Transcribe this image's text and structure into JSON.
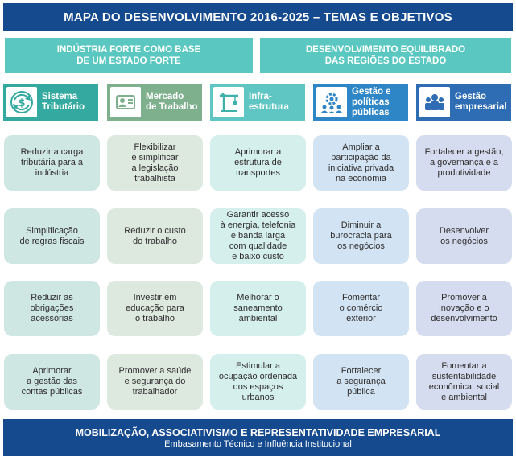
{
  "title": "MAPA DO DESENVOLVIMENTO 2016-2025 – TEMAS E OBJETIVOS",
  "themes": [
    {
      "label": "INDÚSTRIA FORTE COMO BASE\nDE UM ESTADO FORTE"
    },
    {
      "label": "DESENVOLVIMENTO EQUILIBRADO\nDAS REGIÕES DO ESTADO"
    }
  ],
  "colors": {
    "navy": "#164a8f",
    "teal": "#5bc7c1",
    "header_teal": "#33a9a0",
    "header_green": "#7fb08e",
    "header_cyan": "#5fc6c3",
    "header_blue": "#2f86c6",
    "header_navy": "#2e6cb4"
  },
  "columns": [
    {
      "label": "Sistema\nTributário",
      "icon": "tax-cycle-icon",
      "header_color": "#33a9a0",
      "cell_color": "#cfe7e3",
      "items": [
        "Reduzir a carga\ntributária para a\nindústria",
        "Simplificação\nde regras fiscais",
        "Reduzir as\nobrigações\nacessórias",
        "Aprimorar\na gestão das\ncontas públicas"
      ]
    },
    {
      "label": "Mercado\nde Trabalho",
      "icon": "id-card-icon",
      "header_color": "#7fb08e",
      "cell_color": "#dde8df",
      "items": [
        "Flexibilizar\ne simplificar\na legislação\ntrabalhista",
        "Reduzir o custo\ndo trabalho",
        "Investir em\neducação para\no trabalho",
        "Promover a saúde\ne segurança do\ntrabalhador"
      ]
    },
    {
      "label": "Infra-\nestrutura",
      "icon": "crane-icon",
      "header_color": "#5fc6c3",
      "cell_color": "#d5efec",
      "items": [
        "Aprimorar a\nestrutura de\ntransportes",
        "Garantir acesso\nà energia, telefonia\ne banda larga\ncom qualidade\ne baixo custo",
        "Melhorar o\nsaneamento\nambiental",
        "Estimular a\nocupação ordenada\ndos espaços\nurbanos"
      ]
    },
    {
      "label": "Gestão e\npolíticas\npúblicas",
      "icon": "gear-people-icon",
      "header_color": "#2f86c6",
      "cell_color": "#d2e3f3",
      "items": [
        "Ampliar a\nparticipação da\niniciativa privada\nna economia",
        "Diminuir a\nburocracia para\nos negócios",
        "Fomentar\no comércio\nexterior",
        "Fortalecer\na segurança\npública"
      ]
    },
    {
      "label": "Gestão\nempresarial",
      "icon": "team-icon",
      "header_color": "#2e6cb4",
      "cell_color": "#d6dcef",
      "items": [
        "Fortalecer a gestão,\na governança e a\nprodutividade",
        "Desenvolver\nos negócios",
        "Promover a\ninovação e o\ndesenvolvimento",
        "Fomentar a\nsustentabilidade\neconômica, social\ne ambiental"
      ]
    }
  ],
  "footer": {
    "line1": "MOBILIZAÇÃO, ASSOCIATIVISMO E REPRESENTATIVIDADE EMPRESARIAL",
    "line2": "Embasamento Técnico e Influência Institucional"
  }
}
